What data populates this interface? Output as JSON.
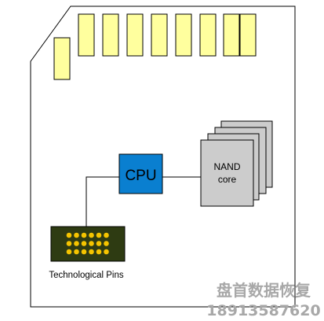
{
  "diagram": {
    "cpu_label": "CPU",
    "nand_label_line1": "NAND",
    "nand_label_line2": "core",
    "pins_label": "Technological Pins",
    "colors": {
      "contact_pad": "#ffff9e",
      "cpu": "#0a7fd0",
      "nand": "#cccccc",
      "pins_board": "#2e3b12",
      "pin_dot": "#f5c400"
    }
  },
  "watermark": {
    "line1": "盘首数据恢复",
    "line2": "18913587620"
  }
}
